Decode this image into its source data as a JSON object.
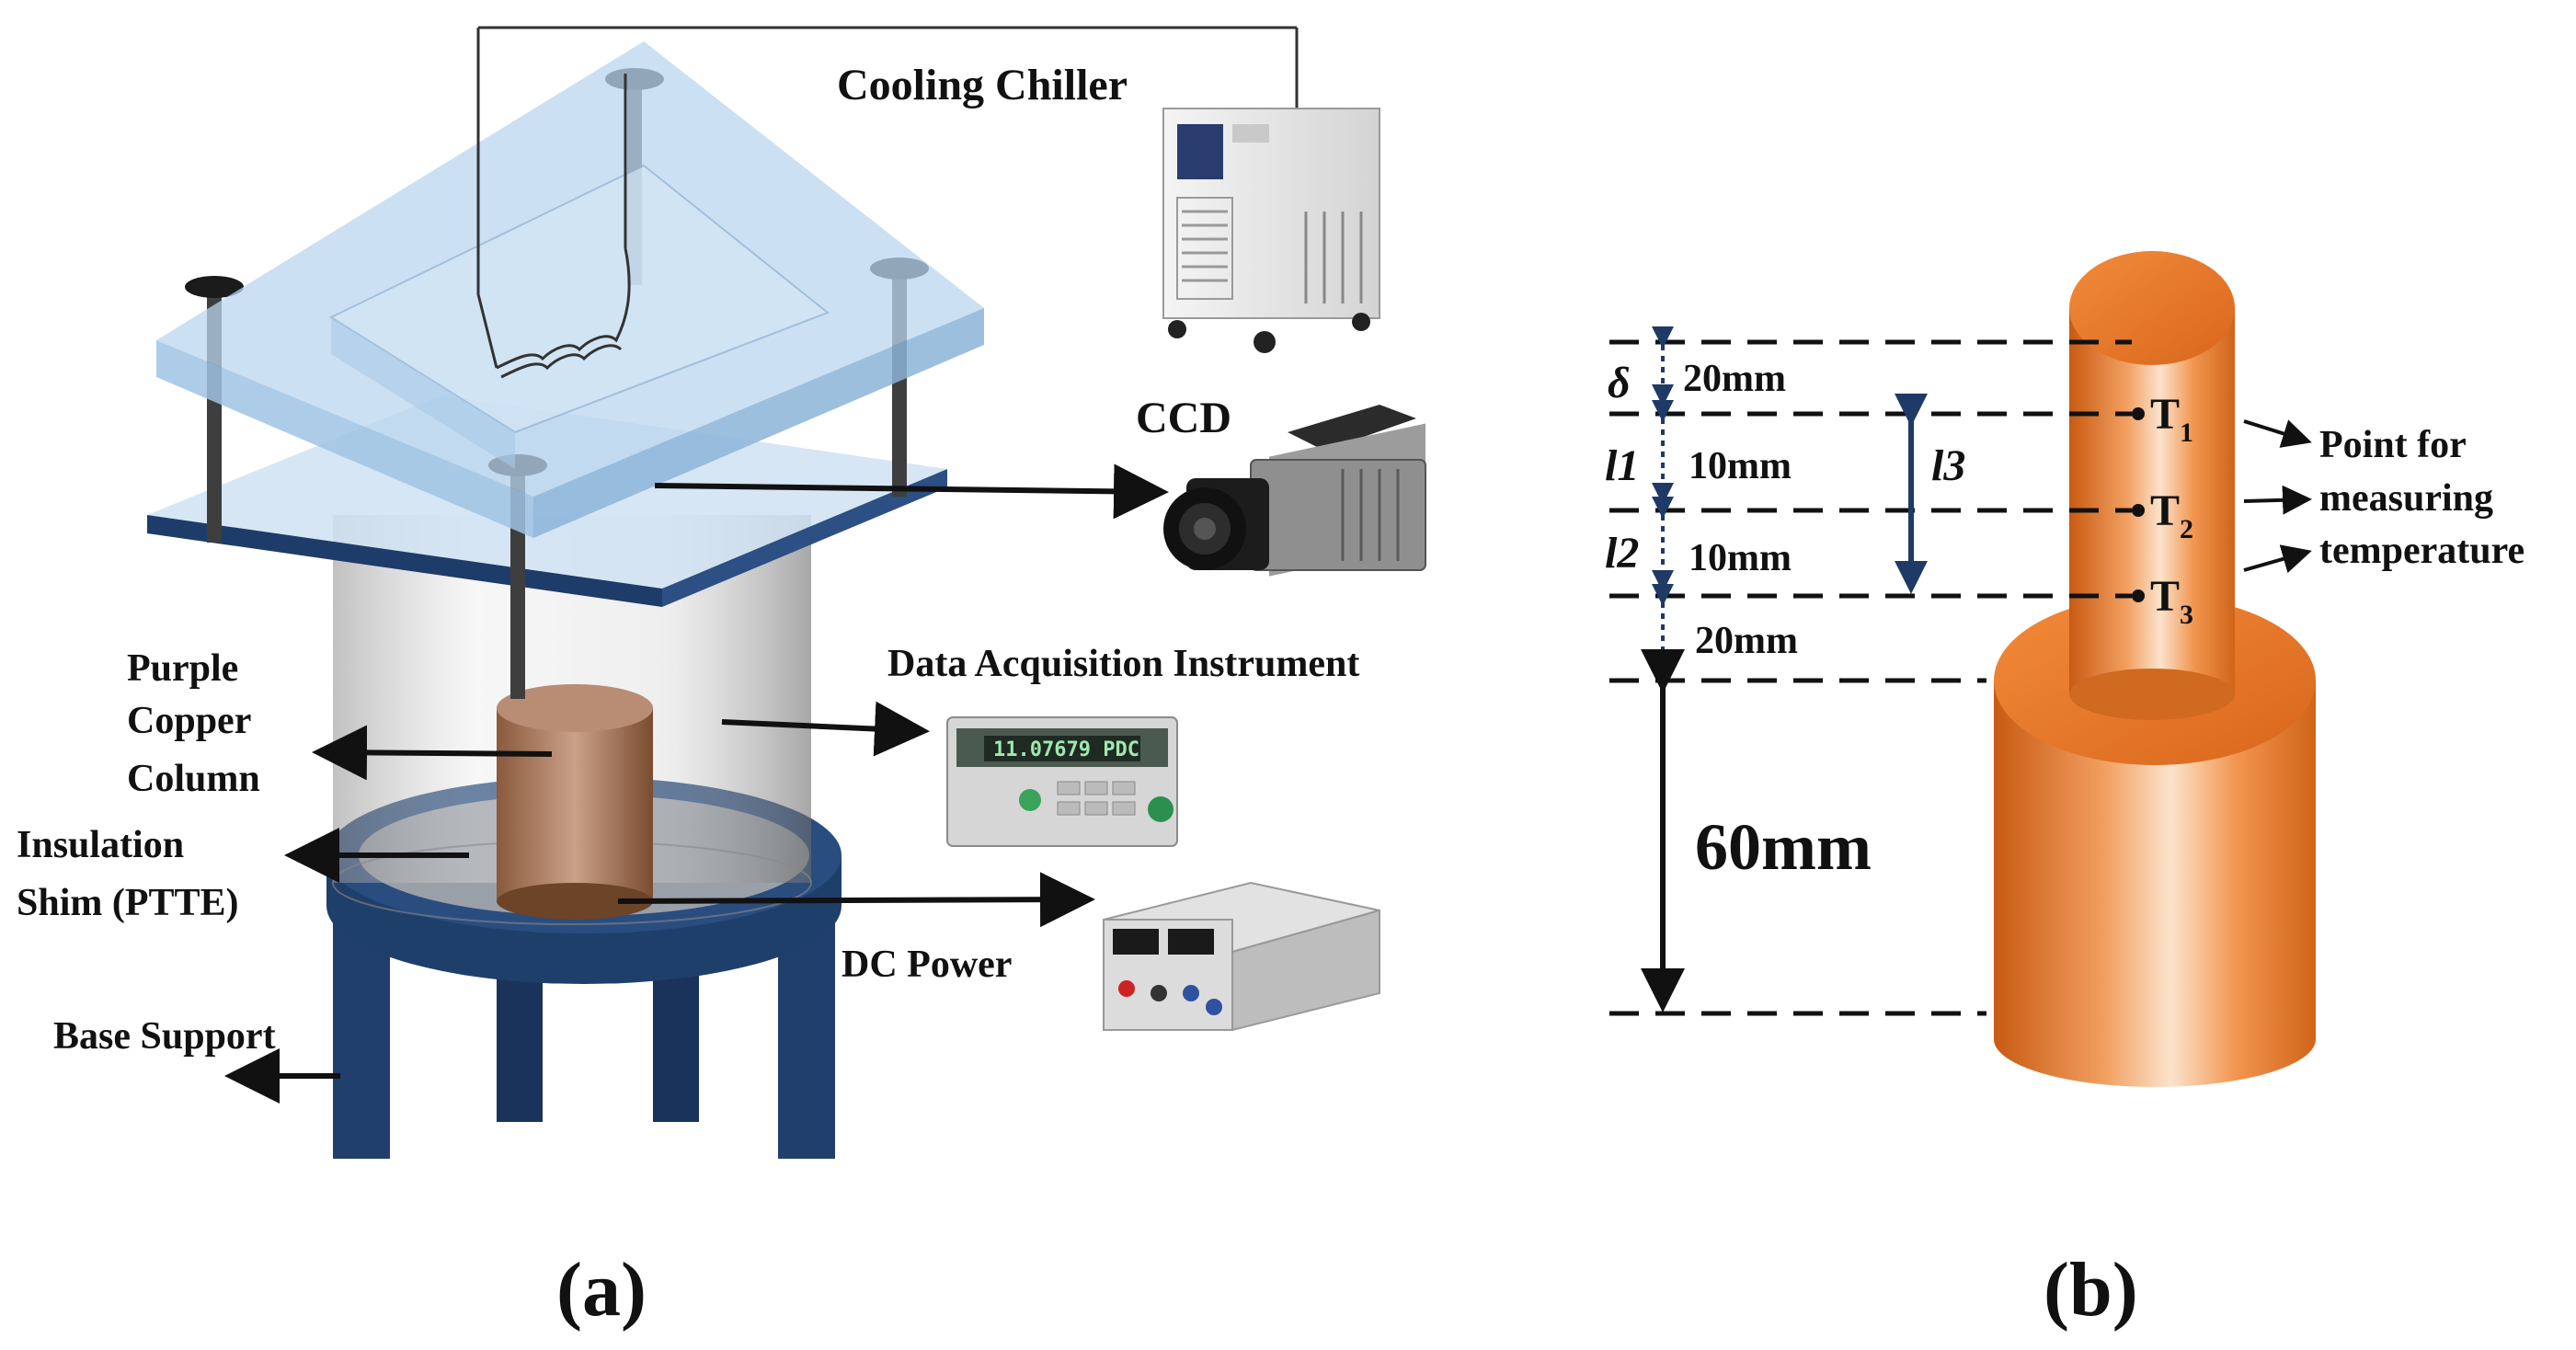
{
  "panel_a": {
    "panel_label": "(a)",
    "labels": {
      "cooling_chiller": "Cooling Chiller",
      "ccd": "CCD",
      "data_acquisition": "Data Acquisition Instrument",
      "purple_copper_1": "Purple",
      "purple_copper_2": "Copper",
      "purple_copper_3": "Column",
      "insulation_1": "Insulation",
      "insulation_2": "Shim (PTTE)",
      "dc_power": "DC Power",
      "base_support": "Base Support"
    },
    "daq_display": "11.07679  PDC"
  },
  "panel_b": {
    "panel_label": "(b)",
    "dimensions": {
      "delta_symbol": "δ",
      "delta_value": "20mm",
      "l1_symbol": "l1",
      "l1_value": "10mm",
      "l2_symbol": "l2",
      "l2_value": "10mm",
      "l3_symbol": "l3",
      "gap_value": "20mm",
      "base_value": "60mm"
    },
    "points": {
      "t1": "T",
      "t1_sub": "1",
      "t2": "T",
      "t2_sub": "2",
      "t3": "T",
      "t3_sub": "3"
    },
    "note": {
      "line1": "Point for",
      "line2": "measuring",
      "line3": "temperature"
    }
  },
  "colors": {
    "copper": "#e07a2e",
    "copper_light": "#f6b27a",
    "glass": "#b9d6ee",
    "stand": "#1f3f6b",
    "pillar": "#3b3b3b"
  }
}
